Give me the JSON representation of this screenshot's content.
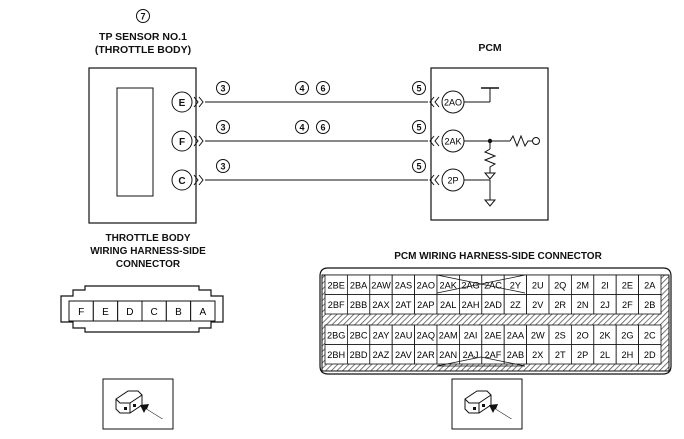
{
  "sensor": {
    "ref_number": "7",
    "title_line1": "TP SENSOR NO.1",
    "title_line2": "(THROTTLE BODY)",
    "pins": [
      "E",
      "F",
      "C"
    ]
  },
  "pcm": {
    "title": "PCM",
    "pins": [
      "2AO",
      "2AK",
      "2P"
    ]
  },
  "wire_labels": {
    "sensor_side": [
      "3",
      "3",
      "3"
    ],
    "middle_a": [
      "4",
      "4"
    ],
    "middle_b": [
      "6",
      "6"
    ],
    "pcm_side": [
      "5",
      "5",
      "5"
    ]
  },
  "tb_connector": {
    "caption_line1": "THROTTLE BODY",
    "caption_line2": "WIRING HARNESS-SIDE",
    "caption_line3": "CONNECTOR",
    "pins": [
      "F",
      "E",
      "D",
      "C",
      "B",
      "A"
    ]
  },
  "pcm_connector": {
    "caption": "PCM WIRING HARNESS-SIDE CONNECTOR",
    "rows": [
      [
        "2BE",
        "2BA",
        "2AW",
        "2AS",
        "2AO",
        "2AK",
        "2AG",
        "2AC",
        "2Y",
        "2U",
        "2Q",
        "2M",
        "2I",
        "2E",
        "2A"
      ],
      [
        "2BF",
        "2BB",
        "2AX",
        "2AT",
        "2AP",
        "2AL",
        "2AH",
        "2AD",
        "2Z",
        "2V",
        "2R",
        "2N",
        "2J",
        "2F",
        "2B"
      ],
      [
        "2BG",
        "2BC",
        "2AY",
        "2AU",
        "2AQ",
        "2AM",
        "2AI",
        "2AE",
        "2AA",
        "2W",
        "2S",
        "2O",
        "2K",
        "2G",
        "2C"
      ],
      [
        "2BH",
        "2BD",
        "2AZ",
        "2AV",
        "2AR",
        "2AN",
        "2AJ",
        "2AF",
        "2AB",
        "2X",
        "2T",
        "2P",
        "2L",
        "2H",
        "2D"
      ]
    ]
  }
}
